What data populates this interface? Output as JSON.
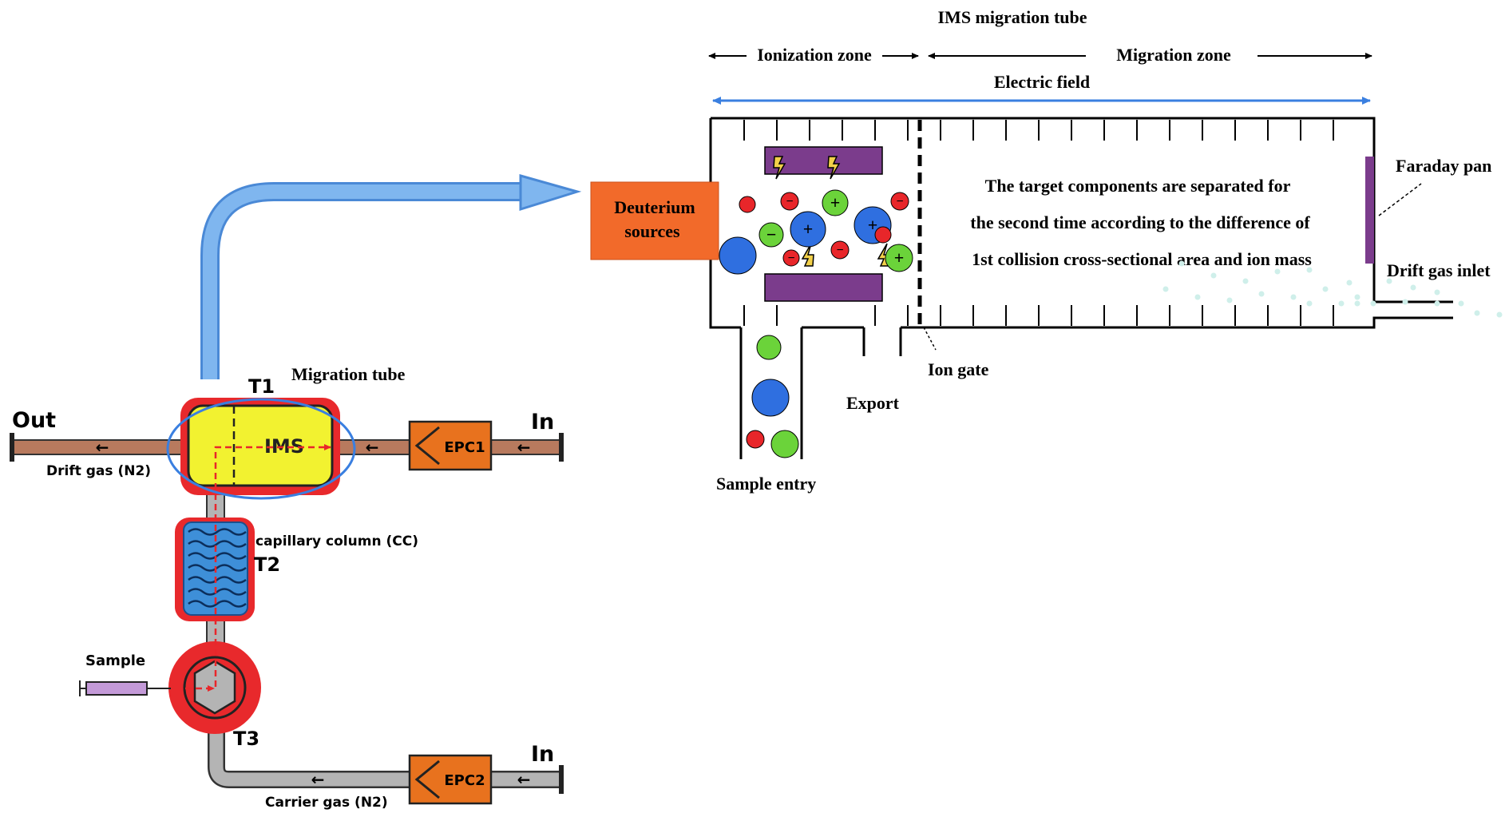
{
  "tube_title": "IMS migration tube",
  "zones": {
    "ionization": "Ionization zone",
    "migration": "Migration zone",
    "electric_field": "Electric field"
  },
  "source_box": {
    "line1": "Deuterium",
    "line2": "sources"
  },
  "description": {
    "line1": "The target components are separated for",
    "line2": "the second time according to the difference of",
    "line3": "1st collision cross-sectional area and  ion mass"
  },
  "right_labels": {
    "faraday": "Faraday pan",
    "drift_inlet": "Drift gas inlet",
    "ion_gate": "Ion gate",
    "export": "Export",
    "sample_entry": "Sample entry"
  },
  "ion_charges": {
    "positive": "+",
    "negative": "−"
  },
  "system": {
    "migration_tube": "Migration tube",
    "t1": "T1",
    "t2": "T2",
    "t3": "T3",
    "ims": "IMS",
    "out": "Out",
    "in_top": "In",
    "in_bottom": "In",
    "epc1": "EPC1",
    "epc2": "EPC2",
    "drift_gas": "Drift gas (N2)",
    "carrier_gas": "Carrier gas (N2)",
    "capillary": "capillary column (CC)",
    "sample": "Sample",
    "flow_arrow": "←"
  },
  "colors": {
    "orange": "#F26A2A",
    "purple": "#7B3C8C",
    "blue_arrow": "#5B9BE0",
    "field_line": "#3A7FE0",
    "ion_red": "#E8262A",
    "ion_green": "#6BD33A",
    "ion_blue": "#2F6FE0",
    "heater_red": "#E8292C",
    "ims_yellow": "#F2F230",
    "capillary_blue": "#3E8FD8",
    "drift_pipe": "#B87A5E",
    "carrier_pipe": "#B4B4B4",
    "epc_orange": "#E8721E",
    "syringe_purple": "#C49AD8"
  }
}
